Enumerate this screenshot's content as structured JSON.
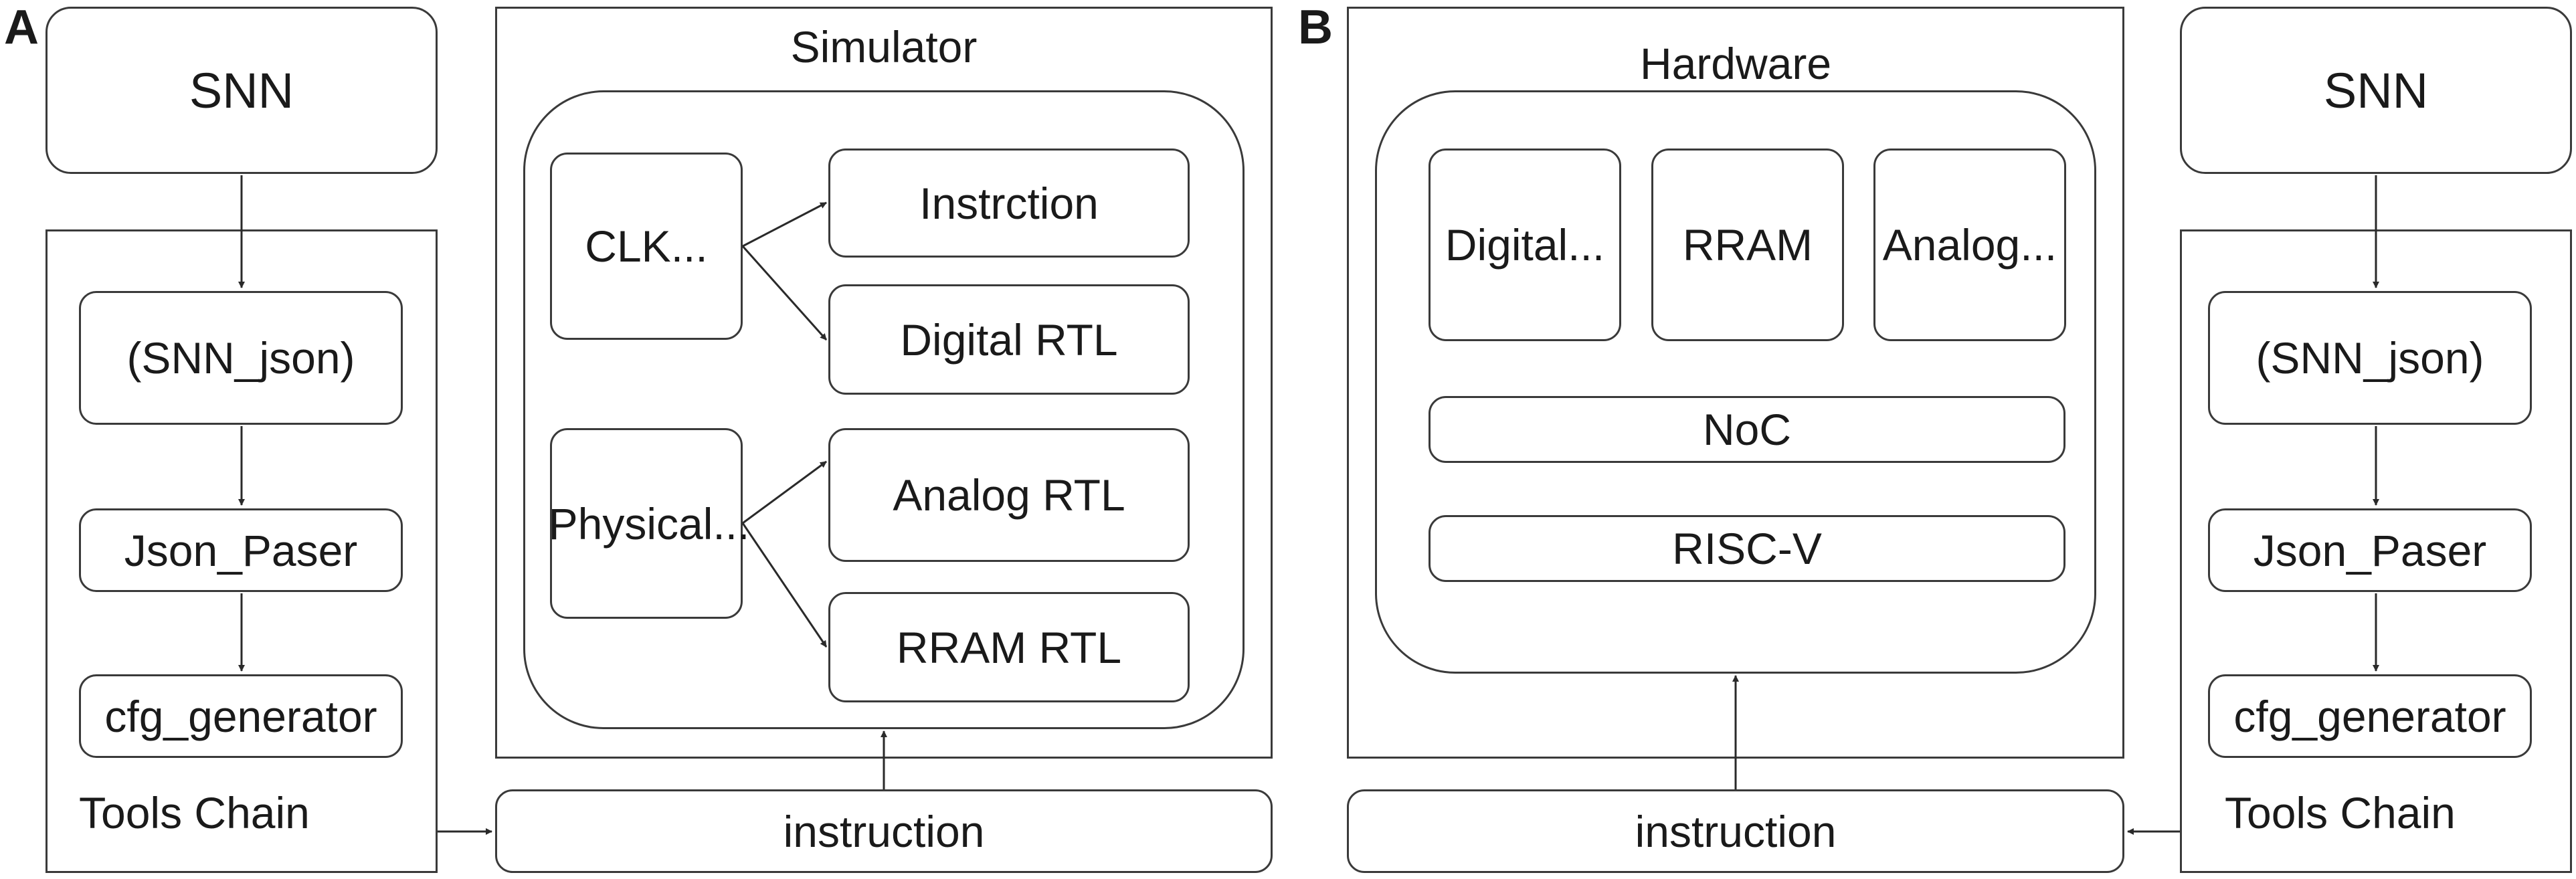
{
  "panel_a": {
    "letter": "A",
    "snn": "SNN",
    "tools_chain": {
      "label": "Tools Chain",
      "snn_json": "(SNN_json)",
      "json_parser": "Json_Paser",
      "cfg_generator": "cfg_generator"
    },
    "simulator": {
      "title": "Simulator",
      "clk": "CLK...",
      "physical": "Physical...",
      "instruction_block": "Instrction",
      "digital_rtl": "Digital RTL",
      "analog_rtl": "Analog RTL",
      "rram_rtl": "RRAM RTL"
    },
    "instruction": "instruction"
  },
  "panel_b": {
    "letter": "B",
    "snn": "SNN",
    "tools_chain": {
      "label": "Tools Chain",
      "snn_json": "(SNN_json)",
      "json_parser": "Json_Paser",
      "cfg_generator": "cfg_generator"
    },
    "hardware": {
      "title": "Hardware",
      "digital": "Digital...",
      "rram": "RRAM",
      "analog": "Analog...",
      "noc": "NoC",
      "risc_v": "RISC-V"
    },
    "instruction": "instruction"
  }
}
